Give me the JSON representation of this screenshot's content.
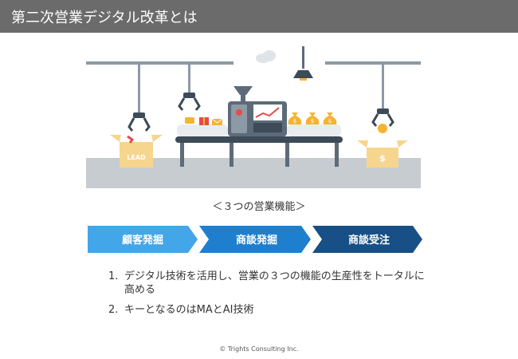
{
  "header": {
    "title": "第二次営業デジタル改革とは"
  },
  "illustration": {
    "box_left_label": "LEAD",
    "box_right_label": "$",
    "bag_label": "$",
    "colors": {
      "belt": "#3d4a57",
      "floor": "#c7ccd1",
      "machine": "#5d6b78",
      "box": "#f6d58e",
      "gold": "#f5b331"
    }
  },
  "caption": "＜３つの営業機能＞",
  "chevrons": [
    {
      "label": "顧客発掘",
      "color": "#42a6e8"
    },
    {
      "label": "商談発掘",
      "color": "#1f7fcf"
    },
    {
      "label": "商談受注",
      "color": "#174f86"
    }
  ],
  "points": [
    {
      "num": "1.",
      "text": "デジタル技術を活用し、営業の３つの機能の生産性をトータルに高める"
    },
    {
      "num": "2.",
      "text": "キーとなるのはMAとAI技術"
    }
  ],
  "footer": "© Trights Consulting Inc."
}
